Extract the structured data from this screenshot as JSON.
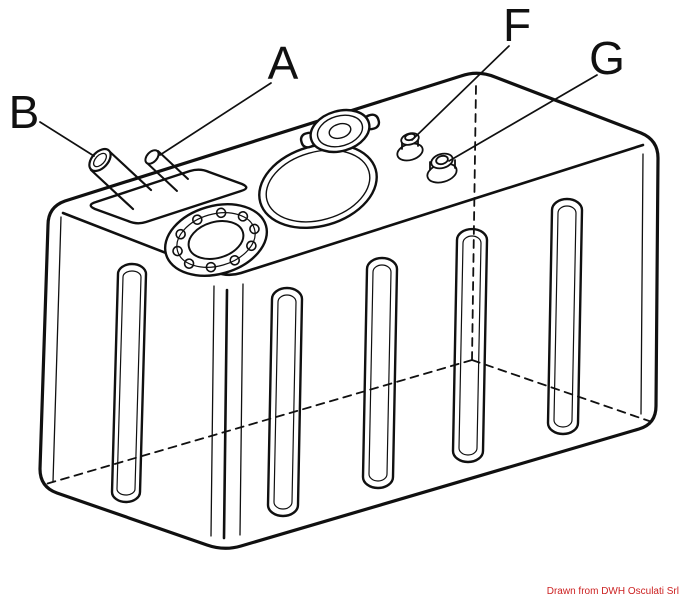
{
  "callouts": {
    "a": "A",
    "b": "B",
    "f": "F",
    "g": "G"
  },
  "credit": {
    "text": "Drawn from DWH Osculati Srl",
    "color": "#cc2222"
  },
  "colors": {
    "line": "#101010",
    "background": "#ffffff"
  }
}
